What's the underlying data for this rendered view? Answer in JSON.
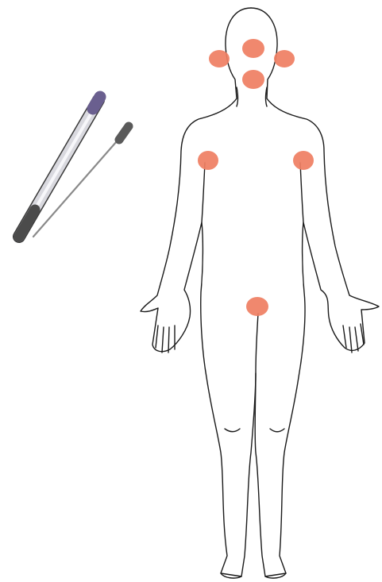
{
  "figure": {
    "background": "#ffffff",
    "outline_color": "#1a1a1a",
    "marker_color": "#ef7f63",
    "illustration": "human-body-outline-front-view",
    "swab_kit": {
      "tube_cap_color": "#6a5f8f",
      "swab_cap_color": "#5a5a5a",
      "tube_base_color": "#4b4b4b"
    },
    "markers": [
      {
        "name": "marker-head-top"
      },
      {
        "name": "marker-cheek-right"
      },
      {
        "name": "marker-cheek-left"
      },
      {
        "name": "marker-chin-neck"
      },
      {
        "name": "marker-shoulder-right"
      },
      {
        "name": "marker-shoulder-left"
      },
      {
        "name": "marker-groin"
      }
    ]
  }
}
